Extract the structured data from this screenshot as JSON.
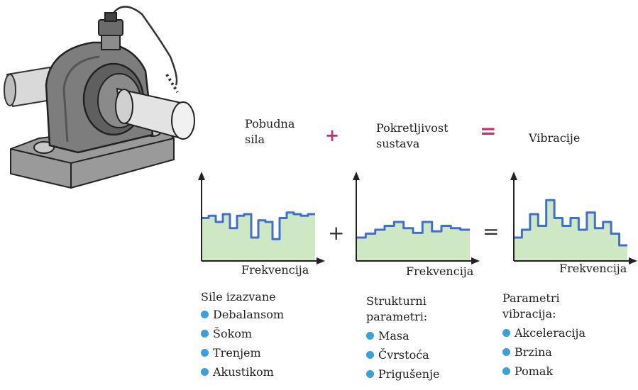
{
  "equation": {
    "term1": "Pobudna sila",
    "term1_lines": [
      "Pobudna",
      "sila"
    ],
    "op1": "+",
    "term2": "Pokretljivost sustava",
    "term2_lines": [
      "Pokretljivost",
      "sustava"
    ],
    "op2": "=",
    "result": "Vibracije"
  },
  "charts": {
    "xlabel": "Frekvencija",
    "op_plus": "+",
    "op_eq": "="
  },
  "excitation": {
    "heading": "Sile izazvane",
    "items": [
      "Debalansom",
      "Šokom",
      "Trenjem",
      "Akustikom"
    ]
  },
  "structure": {
    "heading_lines": [
      "Strukturni",
      "parametri:"
    ],
    "items": [
      "Masa",
      "Čvrstoća",
      "Prigušenje"
    ]
  },
  "vibration": {
    "heading_lines": [
      "Parametri",
      "vibracija:"
    ],
    "items": [
      "Akceleracija",
      "Brzina",
      "Pomak"
    ]
  },
  "colors": {
    "spectrum_line": "#3f6fd1",
    "spectrum_fill": "#cfe8c4",
    "bullet": "#3aa0d8",
    "operator": "#c0316e"
  },
  "chart_data": [
    {
      "type": "line",
      "name": "Pobudna sila spektar",
      "xlabel": "Frekvencija",
      "y": [
        0.55,
        0.58,
        0.5,
        0.6,
        0.42,
        0.58,
        0.6,
        0.3,
        0.52,
        0.5,
        0.28,
        0.55,
        0.62,
        0.6,
        0.58,
        0.6
      ]
    },
    {
      "type": "line",
      "name": "Pokretljivost spektar",
      "xlabel": "Frekvencija",
      "y": [
        0.3,
        0.35,
        0.4,
        0.45,
        0.5,
        0.42,
        0.36,
        0.5,
        0.38,
        0.45,
        0.42,
        0.4
      ]
    },
    {
      "type": "line",
      "name": "Vibracije spektar",
      "xlabel": "Frekvencija",
      "y": [
        0.3,
        0.4,
        0.6,
        0.45,
        0.78,
        0.55,
        0.45,
        0.55,
        0.4,
        0.62,
        0.42,
        0.5,
        0.35,
        0.2
      ]
    }
  ]
}
